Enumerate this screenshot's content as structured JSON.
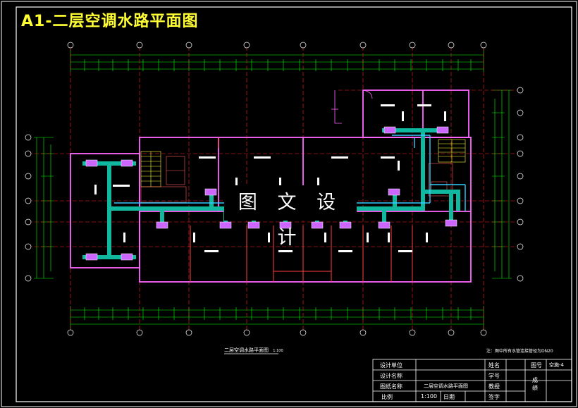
{
  "drawing": {
    "title": "A1-二层空调水路平面图",
    "watermark": "图 文 设 计",
    "plan_label": "二层空调水路平面图",
    "plan_scale": "1:100",
    "note": "注：图中所有水管连接管径为DN20"
  },
  "title_block": {
    "design_unit_label": "设计单位",
    "design_name_label": "设计名称",
    "drawing_name_label": "图纸名称",
    "drawing_name_value": "二层空调水路平面图",
    "scale_label": "比例",
    "scale_value": "1:100",
    "date_label": "日期",
    "name_label": "姓名",
    "student_id_label": "学号",
    "teacher_label": "教授",
    "grade_label": "成绩",
    "drawing_no_label": "图号",
    "drawing_no_value": "空施-4",
    "sign_label": "签字"
  },
  "colors": {
    "background": "#000000",
    "frame": "#ffffff",
    "title_text": "#ffff33",
    "dimension": "#00ff00",
    "axis": "#ff2020",
    "wall": "#ff66ff",
    "supply_pipe": "#10b8a0",
    "return_pipe": "#33ccff",
    "fan_coil": "#cc66ff"
  }
}
